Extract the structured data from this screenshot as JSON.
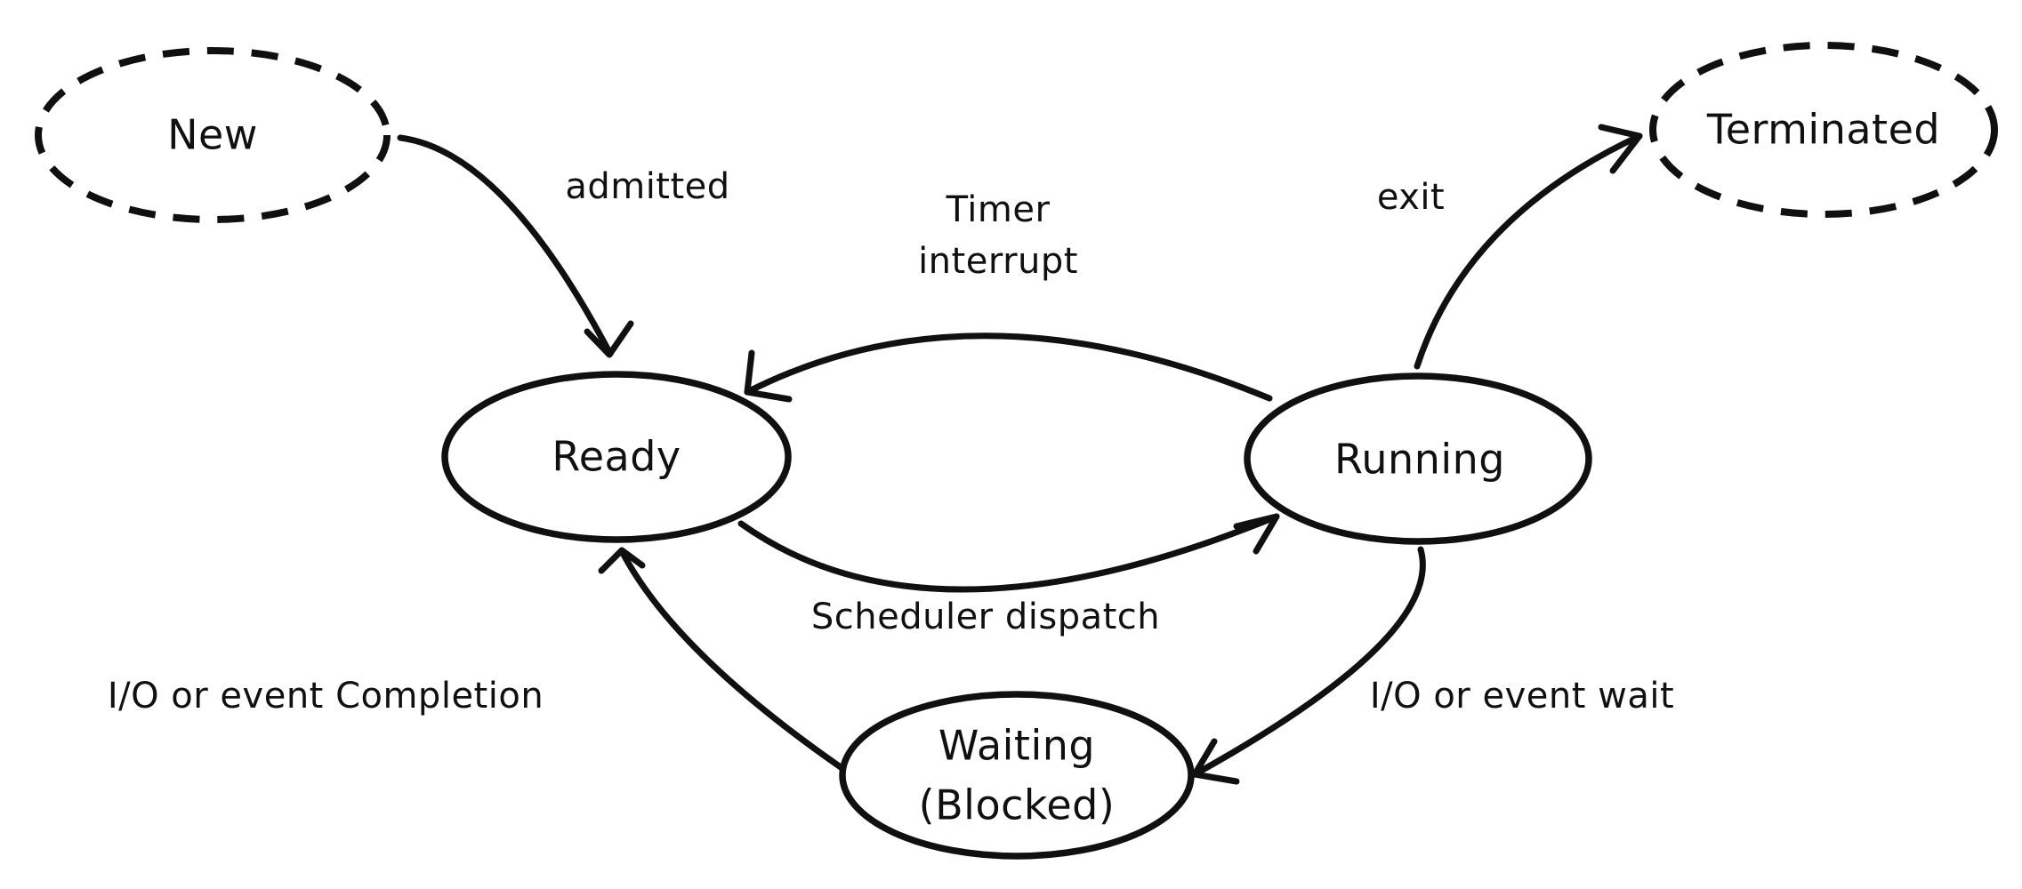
{
  "diagram": {
    "type": "state-diagram",
    "topic": "process states",
    "colors": {
      "ink": "#101010",
      "background": "#ffffff"
    },
    "nodes": {
      "new": {
        "label": "New",
        "border": "dashed"
      },
      "ready": {
        "label": "Ready",
        "border": "solid"
      },
      "running": {
        "label": "Running",
        "border": "solid"
      },
      "waiting": {
        "label": "Waiting\n(Blocked)",
        "border": "solid"
      },
      "terminated": {
        "label": "Terminated",
        "border": "dashed"
      }
    },
    "edges": {
      "admitted": {
        "label": "admitted",
        "from": "new",
        "to": "ready"
      },
      "timer_interrupt": {
        "label": "Timer\ninterrupt",
        "from": "running",
        "to": "ready"
      },
      "scheduler_dispatch": {
        "label": "Scheduler dispatch",
        "from": "ready",
        "to": "running"
      },
      "exit": {
        "label": "exit",
        "from": "running",
        "to": "terminated"
      },
      "io_event_wait": {
        "label": "I/O or event wait",
        "from": "running",
        "to": "waiting"
      },
      "io_event_completion": {
        "label": "I/O or event Completion",
        "from": "waiting",
        "to": "ready"
      }
    }
  }
}
